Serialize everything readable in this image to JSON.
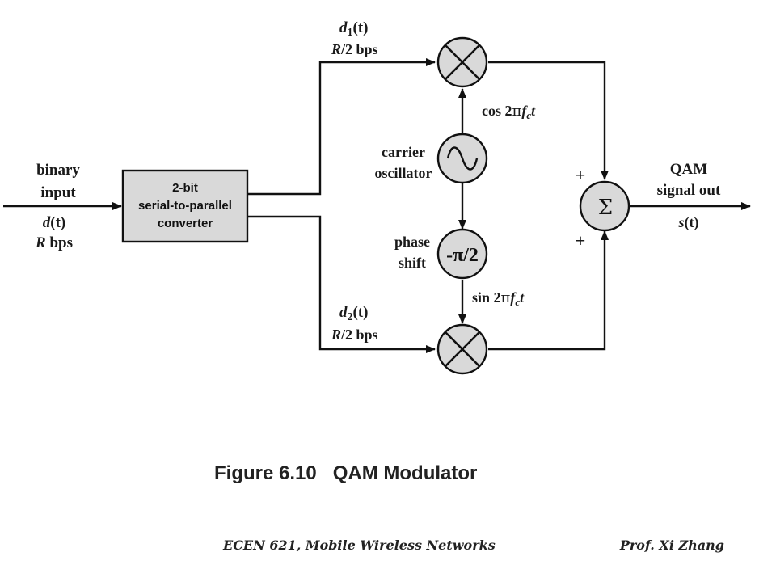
{
  "diagram": {
    "input_label_1": "binary",
    "input_label_2": "input",
    "input_signal_fn": "d",
    "input_signal_arg": "(t)",
    "input_rate_var": "R",
    "input_rate_unit": " bps",
    "converter_line_1": "2-bit",
    "converter_line_2": "serial-to-parallel",
    "converter_line_3": "converter",
    "d1_fn": "d",
    "d1_sub": "1",
    "d1_arg": "(t)",
    "d1_rate_var": "R",
    "d1_rate_rest": "/2 bps",
    "d2_fn": "d",
    "d2_sub": "2",
    "d2_arg": "(t)",
    "d2_rate_var": "R",
    "d2_rate_rest": "/2 bps",
    "oscillator_line_1": "carrier",
    "oscillator_line_2": "oscillator",
    "cos_prefix": "cos 2",
    "sin_prefix": "sin 2",
    "pi_symbol": "π",
    "fc_f": "f",
    "fc_sub": "c",
    "t_var": "t",
    "phase_line_1": "phase",
    "phase_line_2": "shift",
    "phase_value": "-π/2",
    "plus_top": "+",
    "plus_bottom": "+",
    "sum_symbol": "Σ",
    "output_line_1": "QAM",
    "output_line_2": "signal out",
    "output_fn": "s",
    "output_arg": "(t)"
  },
  "caption": "Figure 6.10   QAM Modulator",
  "footer": {
    "course": "ECEN 621, Mobile Wireless Networks",
    "author": "Prof. Xi Zhang"
  }
}
